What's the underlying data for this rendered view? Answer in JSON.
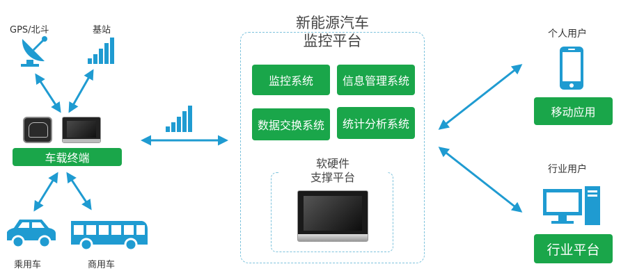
{
  "left": {
    "gps_label": "GPS/北斗",
    "base_label": "基站",
    "terminal_label": "车载终端",
    "car_label": "乘用车",
    "bus_label": "商用车"
  },
  "platform": {
    "title_line1": "新能源汽车",
    "title_line2": "监控平台",
    "modules": [
      "监控系统",
      "信息管理系统",
      "数据交换系统",
      "统计分析系统"
    ],
    "support_line1": "软硬件",
    "support_line2": "支撑平台"
  },
  "right": {
    "personal_label": "个人用户",
    "mobile_app": "移动应用",
    "industry_label": "行业用户",
    "industry_platform": "行业平台"
  },
  "colors": {
    "arrow": "#1f9bd1",
    "green": "#1aa64a",
    "dash": "#7cc2dc"
  }
}
